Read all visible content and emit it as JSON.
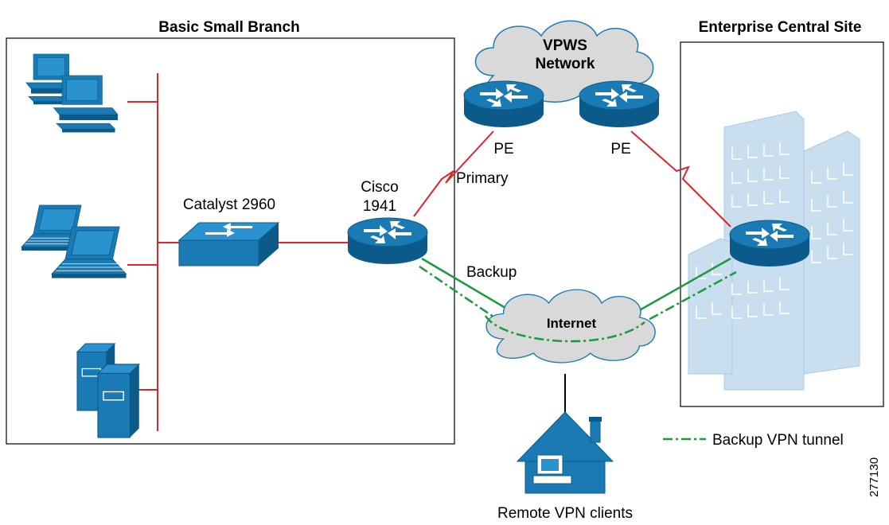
{
  "titles": {
    "branch": "Basic Small Branch",
    "central": "Enterprise Central Site"
  },
  "clouds": {
    "vpws_line1": "VPWS",
    "vpws_line2": "Network",
    "internet": "Internet"
  },
  "devices": {
    "switch": "Catalyst 2960",
    "router_line1": "Cisco",
    "router_line2": "1941",
    "pe_left": "PE",
    "pe_right": "PE",
    "remote": "Remote VPN clients"
  },
  "links": {
    "primary": "Primary",
    "backup": "Backup"
  },
  "legend": {
    "backup_tunnel": "Backup VPN tunnel"
  },
  "figure_id": "277130",
  "colors": {
    "wan_link": "#e0242c",
    "backup_link": "#1a9a3c",
    "device": "#1a7bb4",
    "device_dark": "#0c5a8a",
    "building": "#c9dff0",
    "cloud": "#d9d9d9"
  },
  "icons": {
    "pc": "desktop-computer-icon",
    "laptop": "laptop-icon",
    "server": "server-icon",
    "switch": "switch-icon",
    "router": "router-icon",
    "house": "house-icon",
    "building": "building-icon",
    "cloud": "cloud-icon"
  }
}
